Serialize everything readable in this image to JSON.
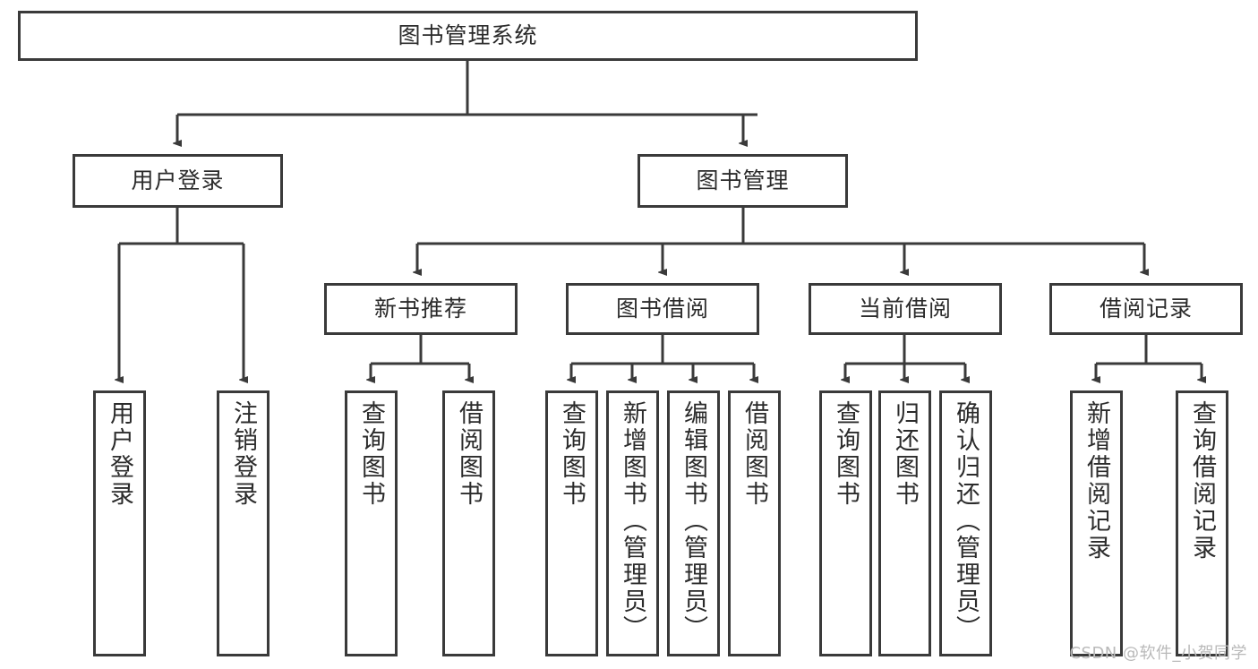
{
  "diagram": {
    "title": "图书管理系统",
    "watermark": "CSDN @软件_小贺同学",
    "root": {
      "label": "图书管理系统"
    },
    "level1": [
      {
        "label": "用户登录"
      },
      {
        "label": "图书管理"
      }
    ],
    "level2": [
      {
        "label": "新书推荐"
      },
      {
        "label": "图书借阅"
      },
      {
        "label": "当前借阅"
      },
      {
        "label": "借阅记录"
      }
    ],
    "leaves": {
      "user_login": [
        {
          "label": "用户登录"
        },
        {
          "label": "注销登录"
        }
      ],
      "new_book_recommend": [
        {
          "label": "查询图书"
        },
        {
          "label": "借阅图书"
        }
      ],
      "book_borrow": [
        {
          "label": "查询图书"
        },
        {
          "label": "新增图书（管理员）"
        },
        {
          "label": "编辑图书（管理员）"
        },
        {
          "label": "借阅图书"
        }
      ],
      "current_borrow": [
        {
          "label": "查询图书"
        },
        {
          "label": "归还图书"
        },
        {
          "label": "确认归还（管理员）"
        }
      ],
      "borrow_record": [
        {
          "label": "新增借阅记录"
        },
        {
          "label": "查询借阅记录"
        }
      ]
    },
    "colors": {
      "stroke": "#3a3a3a",
      "text": "#2b2b2b",
      "background": "#ffffff",
      "watermark": "#b9b9b9"
    }
  }
}
